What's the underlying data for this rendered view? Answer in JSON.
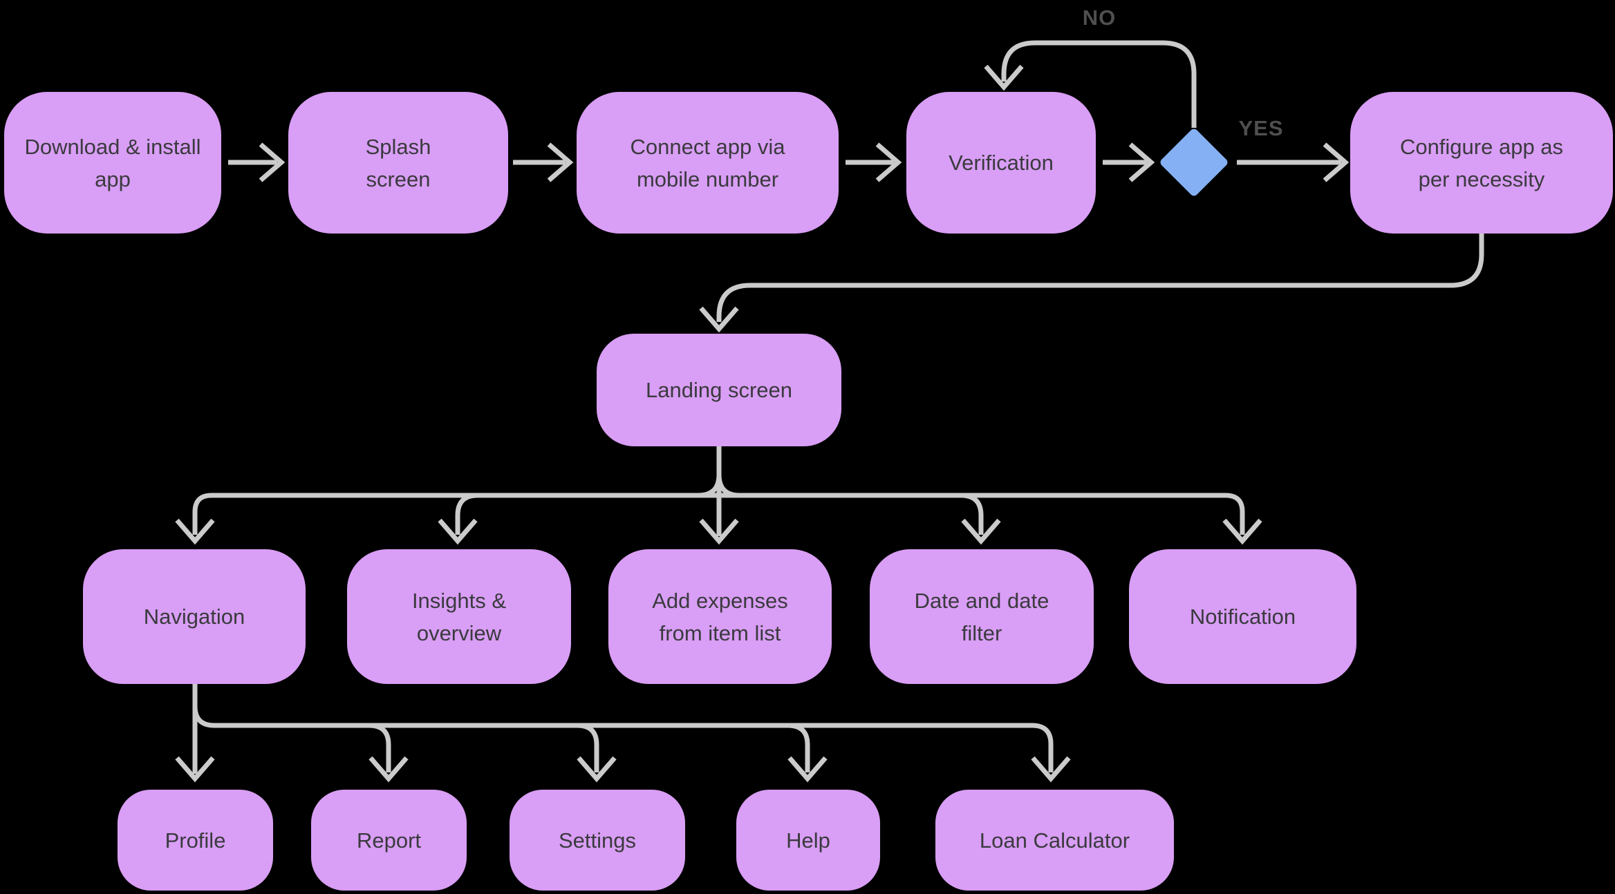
{
  "diagram": {
    "background": "#000000",
    "colors": {
      "node_fill": "#d99ef5",
      "decision_fill": "#85b1f4",
      "connector": "#cbcbcb",
      "node_text": "#3a3a3e",
      "edge_label_text": "#4f4f4f"
    },
    "nodes": {
      "download_install": {
        "label": "Download & install app"
      },
      "splash": {
        "label": "Splash screen"
      },
      "connect": {
        "label": "Connect app via mobile number"
      },
      "verification": {
        "label": "Verification"
      },
      "decision": {
        "label": ""
      },
      "configure": {
        "label": "Configure app as per necessity"
      },
      "landing": {
        "label": "Landing screen"
      },
      "navigation": {
        "label": "Navigation"
      },
      "insights": {
        "label": "Insights & overview"
      },
      "add_expenses": {
        "label": "Add expenses from item list"
      },
      "date_filter": {
        "label": "Date and date filter"
      },
      "notification": {
        "label": "Notification"
      },
      "profile": {
        "label": "Profile"
      },
      "report": {
        "label": "Report"
      },
      "settings": {
        "label": "Settings"
      },
      "help": {
        "label": "Help"
      },
      "loan_calculator": {
        "label": "Loan Calculator"
      }
    },
    "edges": [
      {
        "from": "download_install",
        "to": "splash",
        "label": ""
      },
      {
        "from": "splash",
        "to": "connect",
        "label": ""
      },
      {
        "from": "connect",
        "to": "verification",
        "label": ""
      },
      {
        "from": "verification",
        "to": "decision",
        "label": ""
      },
      {
        "from": "decision",
        "to": "verification",
        "label": "NO"
      },
      {
        "from": "decision",
        "to": "configure",
        "label": "YES"
      },
      {
        "from": "configure",
        "to": "landing",
        "label": ""
      },
      {
        "from": "landing",
        "to": "navigation",
        "label": ""
      },
      {
        "from": "landing",
        "to": "insights",
        "label": ""
      },
      {
        "from": "landing",
        "to": "add_expenses",
        "label": ""
      },
      {
        "from": "landing",
        "to": "date_filter",
        "label": ""
      },
      {
        "from": "landing",
        "to": "notification",
        "label": ""
      },
      {
        "from": "navigation",
        "to": "profile",
        "label": ""
      },
      {
        "from": "navigation",
        "to": "report",
        "label": ""
      },
      {
        "from": "navigation",
        "to": "settings",
        "label": ""
      },
      {
        "from": "navigation",
        "to": "help",
        "label": ""
      },
      {
        "from": "navigation",
        "to": "loan_calculator",
        "label": ""
      }
    ]
  }
}
